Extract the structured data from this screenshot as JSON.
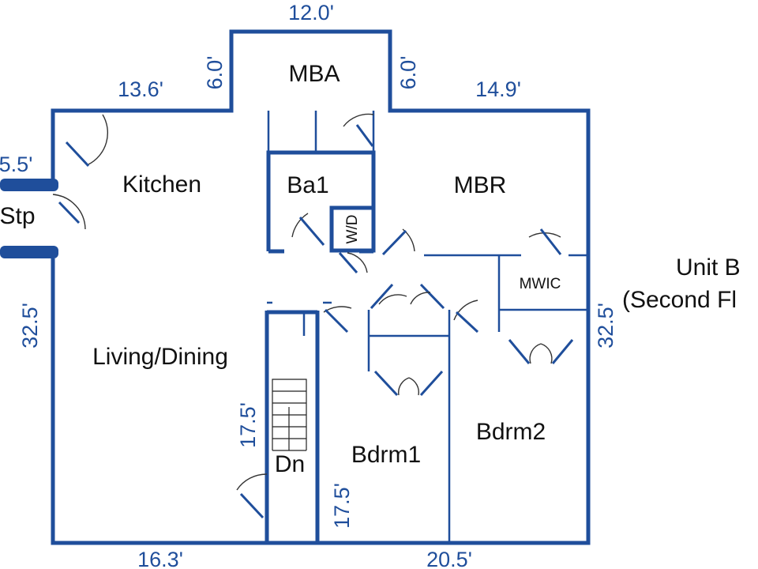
{
  "plan": {
    "colors": {
      "wall": "#1f4e9b",
      "dimension": "#1f4e9b",
      "label": "#111111",
      "background": "#ffffff"
    },
    "rooms": {
      "mba": "MBA",
      "kitchen": "Kitchen",
      "ba1": "Ba1",
      "wd": "W/D",
      "mbr": "MBR",
      "stp": "Stp",
      "mwic": "MWIC",
      "living": "Living/Dining",
      "dn": "Dn",
      "bdrm1": "Bdrm1",
      "bdrm2": "Bdrm2"
    },
    "unit_label": {
      "line1": "Unit B",
      "line2": "(Second Fl"
    },
    "dimensions": {
      "mba_top": "12.0'",
      "mba_left": "6.0'",
      "mba_right": "6.0'",
      "kitchen_top": "13.6'",
      "mbr_top": "14.9'",
      "stoop": "5.5'",
      "left_side": "32.5'",
      "right_side": "32.5'",
      "stair_height": "17.5'",
      "bdrm1_height": "17.5'",
      "bottom_left": "16.3'",
      "bottom_right": "20.5'"
    }
  }
}
